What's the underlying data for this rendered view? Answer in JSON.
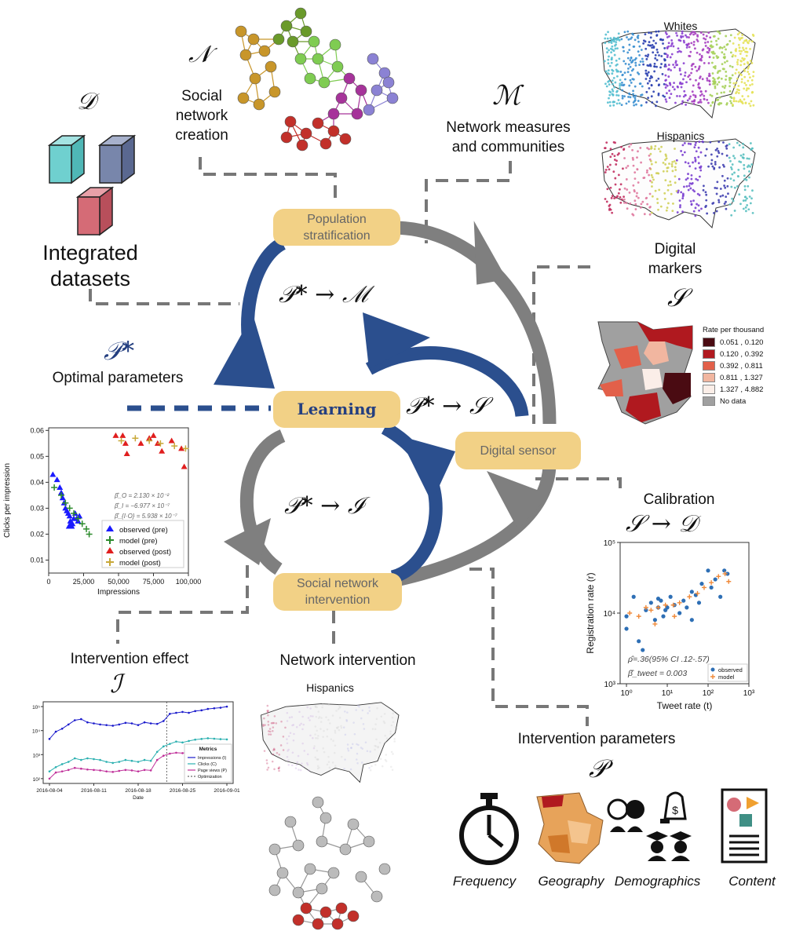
{
  "labels": {
    "social_network_creation": "Social network creation",
    "network_measures": "Network measures and communities",
    "integrated_datasets": "Integrated datasets",
    "optimal_parameters": "Optimal parameters",
    "digital_markers": "Digital markers",
    "calibration": "Calibration",
    "intervention_effect": "Intervention effect",
    "network_intervention": "Network intervention",
    "intervention_parameters": "Intervention parameters"
  },
  "symbols": {
    "N": "𝒩",
    "M": "ℳ",
    "D": "𝒟",
    "P_star": "𝒫*",
    "S": "𝒮",
    "I": "ℐ",
    "P": "𝒫",
    "P_to_M": "𝒫* → ℳ",
    "P_to_S": "𝒫* → 𝒮",
    "P_to_I": "𝒫* → ℐ",
    "S_to_D": "𝒮 → 𝒟"
  },
  "nodes": {
    "population_stratification": "Population stratification",
    "learning": "Learning",
    "digital_sensor": "Digital sensor",
    "social_network_intervention": "Social network intervention"
  },
  "maps": {
    "whites": "Whites",
    "hispanics_top": "Hispanics",
    "hispanics_bottom": "Hispanics"
  },
  "choropleth_legend": {
    "title": "Rate per thousand",
    "items": [
      {
        "label": "0.051 , 0.120",
        "color": "#4a0b12"
      },
      {
        "label": "0.120 , 0.392",
        "color": "#b0191f"
      },
      {
        "label": "0.392 , 0.811",
        "color": "#e2604a"
      },
      {
        "label": "0.811 , 1.327",
        "color": "#f1b6a0"
      },
      {
        "label": "1.327 , 4.882",
        "color": "#fbeee8"
      },
      {
        "label": "No data",
        "color": "#a0a0a0"
      }
    ]
  },
  "bottom_icons": [
    "Frequency",
    "Geography",
    "Demographics",
    "Content"
  ],
  "icon_names": [
    "stopwatch-icon",
    "map-icon",
    "people-icon",
    "document-icon"
  ],
  "colors": {
    "node_fill": "#f2d186",
    "blue_arrow": "#2b4f8e",
    "gray_arrow": "#7f7f7f",
    "learning_text": "#243f80",
    "dataset_cyan": "#6fd0cf",
    "dataset_slate": "#7886ab",
    "dataset_red": "#d56b76"
  },
  "chart_data": [
    {
      "type": "scatter",
      "xlabel": "Impressions",
      "ylabel": "Clicks per impression",
      "xlim": [
        0,
        100000
      ],
      "ylim": [
        0.005,
        0.061
      ],
      "xticks": [
        "0",
        "25,000",
        "50,000",
        "75,000",
        "100,000"
      ],
      "yticks": [
        "0.01",
        "0.02",
        "0.03",
        "0.04",
        "0.05",
        "0.06"
      ],
      "annotations": [
        "β̂_O = 2.130 × 10⁻²",
        "β̂_I = −6.977 × 10⁻⁷",
        "β̂_{I·O} = 5.938 × 10⁻⁷"
      ],
      "legend_placement": "lower-right",
      "series": [
        {
          "name": "observed (pre)",
          "color": "#1a1aff",
          "marker": "triangle",
          "points": [
            [
              3000,
              0.043
            ],
            [
              6000,
              0.041
            ],
            [
              8000,
              0.038
            ],
            [
              9000,
              0.036
            ],
            [
              10000,
              0.034
            ],
            [
              11000,
              0.032
            ],
            [
              12000,
              0.03
            ],
            [
              13000,
              0.029
            ],
            [
              14000,
              0.028
            ],
            [
              15000,
              0.027
            ],
            [
              15500,
              0.025
            ],
            [
              16000,
              0.024
            ],
            [
              17000,
              0.024
            ],
            [
              18000,
              0.026
            ],
            [
              19000,
              0.028
            ],
            [
              20000,
              0.026
            ],
            [
              21000,
              0.025
            ],
            [
              22000,
              0.027
            ],
            [
              14500,
              0.023
            ],
            [
              16500,
              0.023
            ]
          ]
        },
        {
          "name": "model (pre)",
          "color": "#2b8a2b",
          "marker": "plus",
          "points": [
            [
              4000,
              0.038
            ],
            [
              9000,
              0.035
            ],
            [
              12000,
              0.032
            ],
            [
              15000,
              0.03
            ],
            [
              18000,
              0.028
            ],
            [
              21000,
              0.026
            ],
            [
              24000,
              0.024
            ],
            [
              27000,
              0.022
            ],
            [
              29000,
              0.02
            ]
          ]
        },
        {
          "name": "observed (post)",
          "color": "#e01e1e",
          "marker": "triangle",
          "points": [
            [
              48000,
              0.058
            ],
            [
              53000,
              0.058
            ],
            [
              55000,
              0.055
            ],
            [
              56000,
              0.051
            ],
            [
              66000,
              0.055
            ],
            [
              72000,
              0.057
            ],
            [
              75000,
              0.058
            ],
            [
              78000,
              0.055
            ],
            [
              81000,
              0.052
            ],
            [
              88000,
              0.056
            ],
            [
              95000,
              0.053
            ],
            [
              97000,
              0.046
            ]
          ]
        },
        {
          "name": "model (post)",
          "color": "#c8a838",
          "marker": "plus",
          "points": [
            [
              52000,
              0.056
            ],
            [
              62000,
              0.057
            ],
            [
              72000,
              0.056
            ],
            [
              80000,
              0.055
            ],
            [
              90000,
              0.054
            ],
            [
              98000,
              0.053
            ]
          ]
        }
      ]
    },
    {
      "type": "scatter",
      "xlabel": "Tweet rate (t)",
      "ylabel": "Registration rate (r)",
      "xscale": "log",
      "yscale": "log",
      "xlim": [
        0.7,
        1000
      ],
      "ylim": [
        1000,
        100000
      ],
      "xticks": [
        "10⁰",
        "10¹",
        "10²",
        "10³"
      ],
      "yticks": [
        "10³",
        "10⁴",
        "10⁵"
      ],
      "annotations": [
        "ρ̂=.36(95% CI .12-.57)",
        "β̂_tweet = 0.003"
      ],
      "legend_placement": "lower-right",
      "series": [
        {
          "name": "observed",
          "color": "#2e6fb5",
          "marker": "circle",
          "points": [
            [
              1,
              6000
            ],
            [
              1,
              9000
            ],
            [
              1.5,
              17000
            ],
            [
              2,
              4000
            ],
            [
              2.5,
              3000
            ],
            [
              3,
              11000
            ],
            [
              4,
              14000
            ],
            [
              5,
              8000
            ],
            [
              6,
              12000
            ],
            [
              7,
              15000
            ],
            [
              8,
              9000
            ],
            [
              10,
              12000
            ],
            [
              12,
              17000
            ],
            [
              15,
              13000
            ],
            [
              20,
              10000
            ],
            [
              25,
              15000
            ],
            [
              30,
              12000
            ],
            [
              40,
              20000
            ],
            [
              50,
              18000
            ],
            [
              70,
              26000
            ],
            [
              100,
              40000
            ],
            [
              120,
              23000
            ],
            [
              150,
              30000
            ],
            [
              200,
              17000
            ],
            [
              250,
              40000
            ],
            [
              300,
              36000
            ],
            [
              40,
              8000
            ],
            [
              60,
              14000
            ],
            [
              6,
              16000
            ],
            [
              9,
              11000
            ]
          ]
        },
        {
          "name": "model",
          "color": "#f08a3a",
          "marker": "plus",
          "points": [
            [
              1.2,
              10000
            ],
            [
              2,
              9000
            ],
            [
              3,
              12000
            ],
            [
              4,
              11000
            ],
            [
              6,
              12000
            ],
            [
              9,
              13000
            ],
            [
              14,
              13000
            ],
            [
              20,
              14000
            ],
            [
              35,
              17000
            ],
            [
              55,
              19000
            ],
            [
              80,
              23000
            ],
            [
              120,
              27000
            ],
            [
              180,
              33000
            ],
            [
              260,
              36000
            ],
            [
              320,
              28000
            ],
            [
              5,
              7000
            ],
            [
              15,
              9000
            ]
          ]
        }
      ]
    },
    {
      "type": "line",
      "title": "",
      "xlabel": "Date",
      "yscale": "log",
      "x": [
        "2016-08-04",
        "2016-08-11",
        "2016-08-18",
        "2016-08-25",
        "2016-09-01"
      ],
      "yticks": [
        "10²",
        "10³",
        "10⁴",
        "10⁵"
      ],
      "legend_title": "Metrics",
      "series": [
        {
          "name": "Impressions (I)",
          "color": "#1a1acc",
          "values": [
            4500,
            9000,
            12000,
            18000,
            27000,
            30000,
            22000,
            20000,
            18000,
            17000,
            16000,
            18000,
            21000,
            20000,
            17000,
            22000,
            20000,
            19000,
            25000,
            50000,
            55000,
            60000,
            55000,
            65000,
            70000,
            80000,
            85000,
            90000,
            100000
          ]
        },
        {
          "name": "Clicks (C)",
          "color": "#2bb0b0",
          "values": [
            200,
            300,
            400,
            500,
            700,
            600,
            700,
            650,
            600,
            500,
            450,
            500,
            600,
            550,
            500,
            600,
            550,
            1300,
            2200,
            2800,
            3500,
            3200,
            3700,
            4200,
            4500,
            4800,
            4600,
            4400,
            4300
          ]
        },
        {
          "name": "Page views (P)",
          "color": "#c0309a",
          "values": [
            100,
            180,
            200,
            230,
            280,
            260,
            240,
            230,
            220,
            200,
            190,
            210,
            230,
            220,
            200,
            230,
            220,
            600,
            900,
            1100,
            1200,
            1150,
            1250,
            1300,
            1400,
            1500,
            1600,
            1800,
            1700
          ]
        }
      ],
      "vline": {
        "name": "Optimization",
        "index": 18.5
      }
    }
  ]
}
